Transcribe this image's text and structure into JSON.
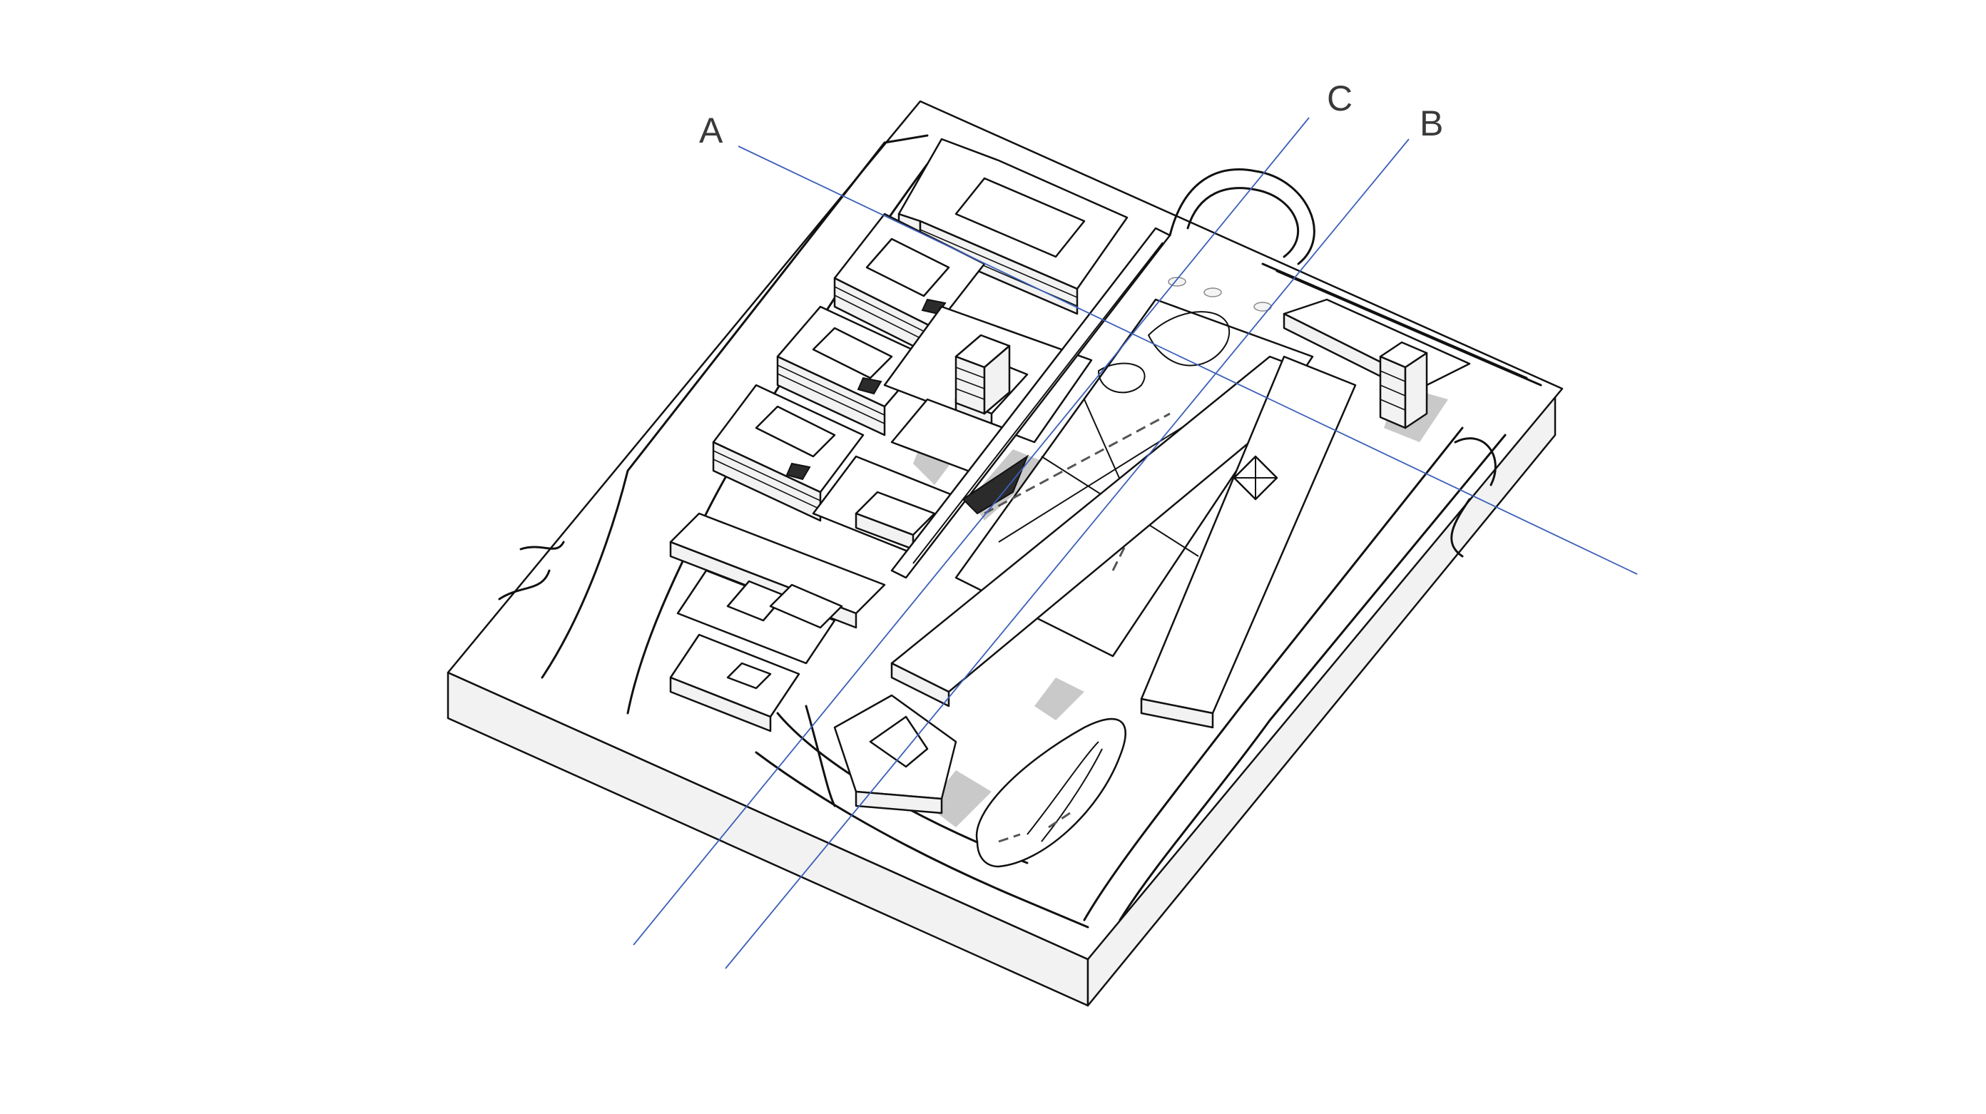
{
  "diagram": {
    "section_markers": [
      {
        "label": "A"
      },
      {
        "label": "B"
      },
      {
        "label": "C"
      }
    ],
    "colors": {
      "ink": "#111111",
      "section_line": "#3a5fb8",
      "label_text": "#3a3a3a",
      "background": "#ffffff"
    }
  }
}
